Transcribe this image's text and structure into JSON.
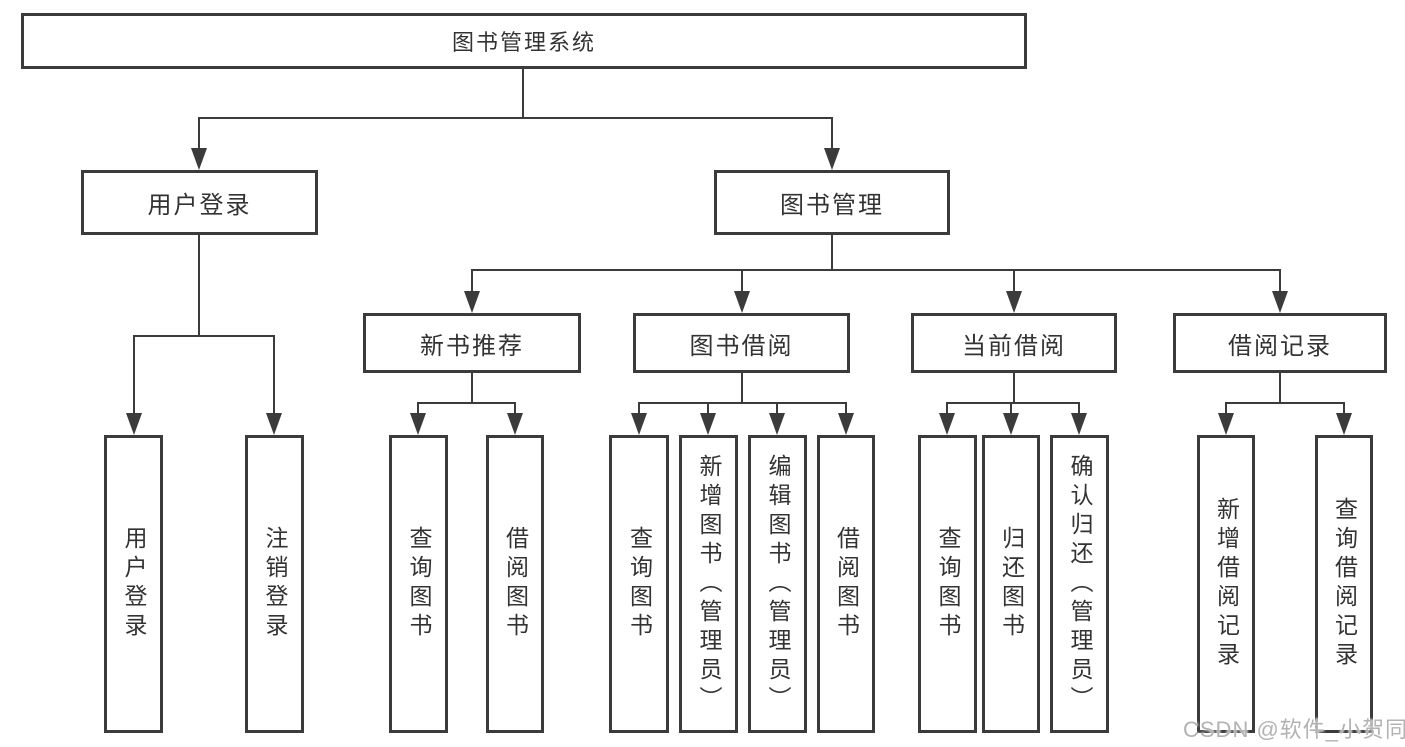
{
  "diagram": {
    "root": {
      "label": "图书管理系统"
    },
    "level2": {
      "user_login": {
        "label": "用户登录"
      },
      "book_management": {
        "label": "图书管理"
      }
    },
    "level3": {
      "new_book_recommend": {
        "label": "新书推荐"
      },
      "book_borrow": {
        "label": "图书借阅"
      },
      "current_borrow": {
        "label": "当前借阅"
      },
      "borrow_records": {
        "label": "借阅记录"
      }
    },
    "leaves": {
      "user_login": "用户登录",
      "logout": "注销登录",
      "nb_query_books": "查询图书",
      "nb_borrow_books": "借阅图书",
      "bb_query_books": "查询图书",
      "bb_add_books_admin": "新增图书（管理员）",
      "bb_edit_books_admin": "编辑图书（管理员）",
      "bb_borrow_books": "借阅图书",
      "cb_query_books": "查询图书",
      "cb_return_books": "归还图书",
      "cb_confirm_return_admin": "确认归还（管理员）",
      "br_add_record": "新增借阅记录",
      "br_query_record": "查询借阅记录"
    },
    "colors": {
      "line": "#3b3b3b",
      "border": "#3b3b3b",
      "text": "#333333",
      "background": "#ffffff",
      "watermark": "#b3b3b3"
    }
  },
  "watermark": {
    "text": "CSDN @软件_小贺同学"
  }
}
